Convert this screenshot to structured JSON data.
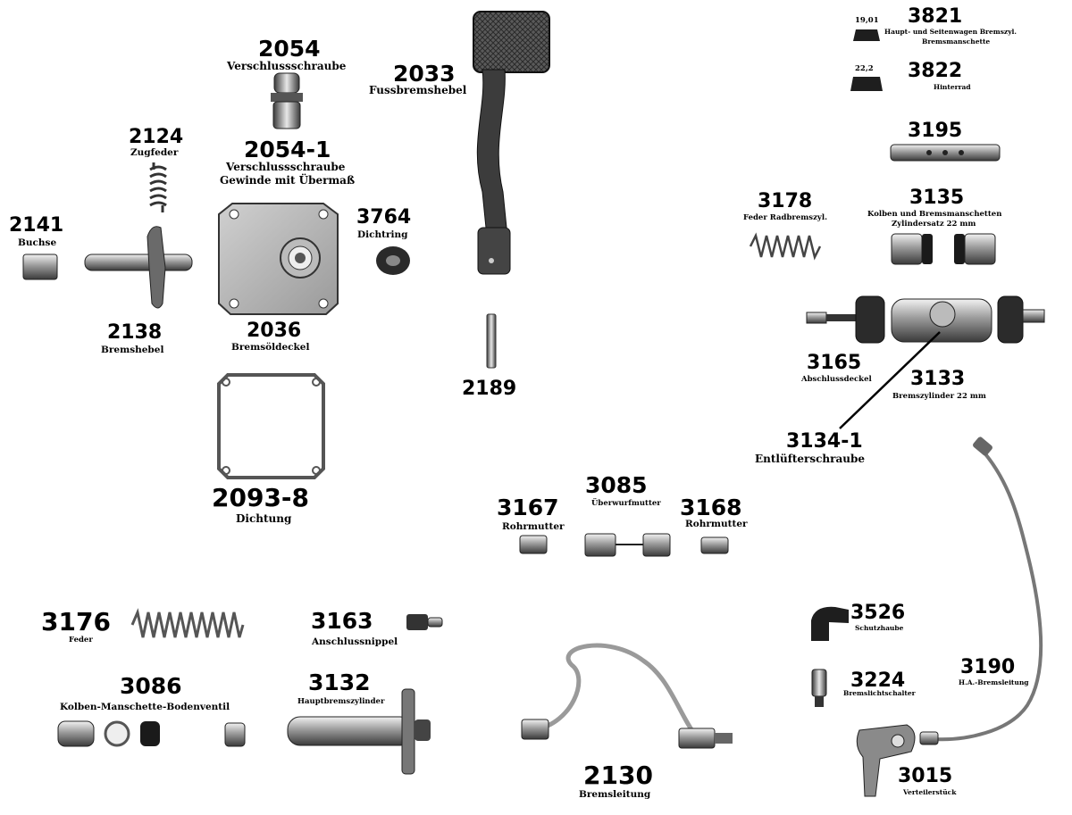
{
  "parts": [
    {
      "id": "p2054",
      "number": "2054",
      "name": "Verschlussschraube"
    },
    {
      "id": "p2054_1",
      "number": "2054-1",
      "name": "Verschlussschraube",
      "name2": "Gewinde mit Übermaß"
    },
    {
      "id": "p2033",
      "number": "2033",
      "name": "Fussbremshebel"
    },
    {
      "id": "p2124",
      "number": "2124",
      "name": "Zugfeder"
    },
    {
      "id": "p2141",
      "number": "2141",
      "name": "Buchse"
    },
    {
      "id": "p3764",
      "number": "3764",
      "name": "Dichtring"
    },
    {
      "id": "p2138",
      "number": "2138",
      "name": "Bremshebel"
    },
    {
      "id": "p2036",
      "number": "2036",
      "name": "Bremsöldeckel"
    },
    {
      "id": "p2189",
      "number": "2189",
      "name": ""
    },
    {
      "id": "p2093_8",
      "number": "2093-8",
      "name": "Dichtung"
    },
    {
      "id": "p3821",
      "number": "3821",
      "name": "Haupt- und Seitenwagen Bremszyl.",
      "name2": "Bremsmanschette",
      "size": "19,01"
    },
    {
      "id": "p3822",
      "number": "3822",
      "name": "Hinterrad",
      "size": "22,2"
    },
    {
      "id": "p3195",
      "number": "3195",
      "name": ""
    },
    {
      "id": "p3178",
      "number": "3178",
      "name": "Feder Radbremszyl."
    },
    {
      "id": "p3135",
      "number": "3135",
      "name": "Kolben und Bremsmanschetten",
      "name2": "Zylindersatz 22 mm"
    },
    {
      "id": "p3165",
      "number": "3165",
      "name": "Abschlussdeckel"
    },
    {
      "id": "p3133",
      "number": "3133",
      "name": "Bremszylinder 22 mm"
    },
    {
      "id": "p3134_1",
      "number": "3134-1",
      "name": "Entlüfterschraube"
    },
    {
      "id": "p3085",
      "number": "3085",
      "name": "Überwurfmutter"
    },
    {
      "id": "p3167",
      "number": "3167",
      "name": "Rohrmutter"
    },
    {
      "id": "p3168",
      "number": "3168",
      "name": "Rohrmutter"
    },
    {
      "id": "p3176",
      "number": "3176",
      "name": "Feder"
    },
    {
      "id": "p3163",
      "number": "3163",
      "name": "Anschlussnippel"
    },
    {
      "id": "p3086",
      "number": "3086",
      "name": "Kolben-Manschette-Bodenventil"
    },
    {
      "id": "p3132",
      "number": "3132",
      "name": "Hauptbremszylinder"
    },
    {
      "id": "p3526",
      "number": "3526",
      "name": "Schutzhaube"
    },
    {
      "id": "p3224",
      "number": "3224",
      "name": "Bremslichtschalter"
    },
    {
      "id": "p3190",
      "number": "3190",
      "name": "H.A.-Bremsleitung"
    },
    {
      "id": "p2130",
      "number": "2130",
      "name": "Bremsleitung"
    },
    {
      "id": "p3015",
      "number": "3015",
      "name": "Verteilerstück"
    }
  ]
}
